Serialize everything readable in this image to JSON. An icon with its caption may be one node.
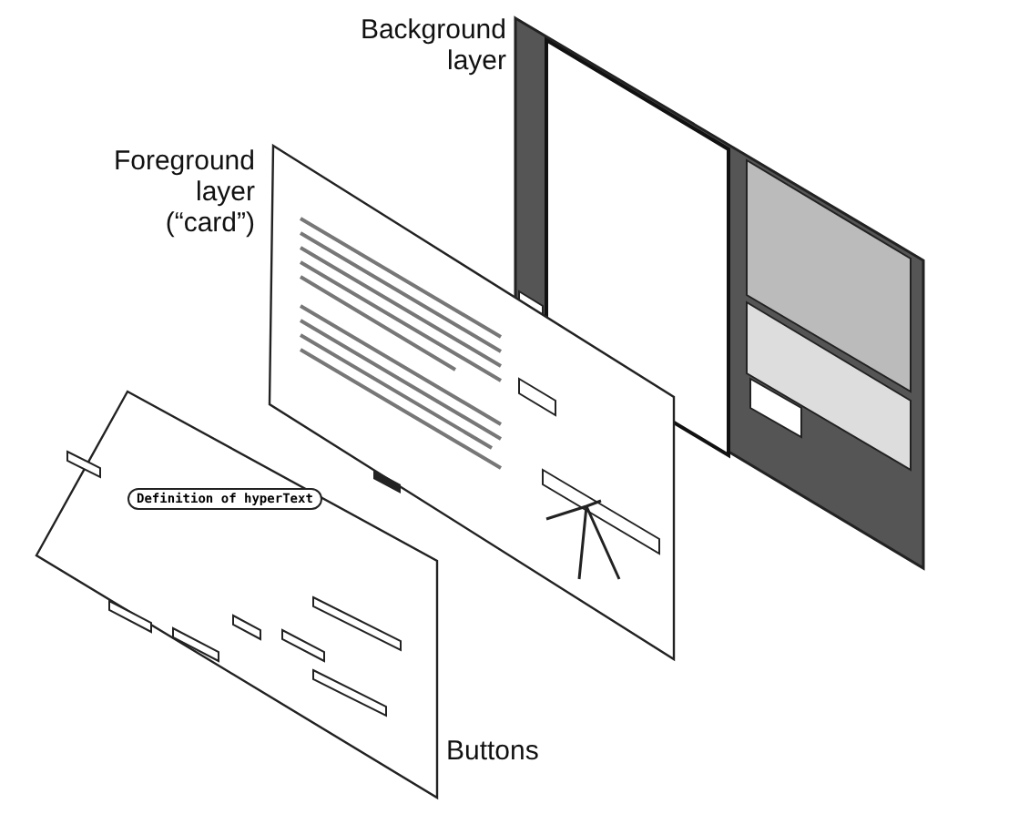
{
  "diagram": {
    "labels": [
      "Background layer",
      "Foreground layer (“card”)",
      "Buttons",
      "Definition of hyperText"
    ]
  }
}
